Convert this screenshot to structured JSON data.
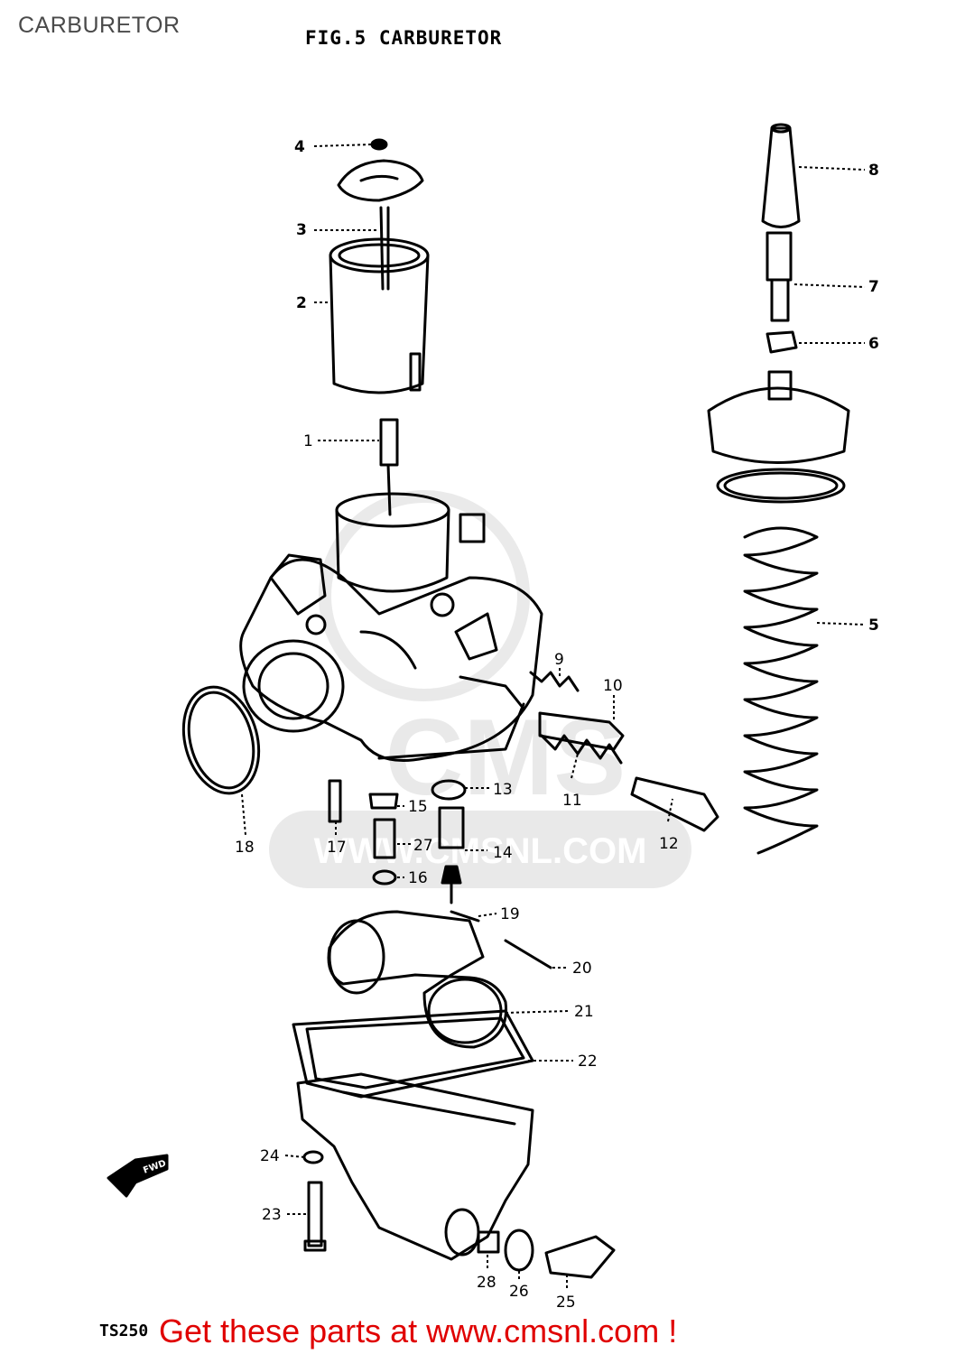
{
  "header": {
    "page_label": "CARBURETOR",
    "figure_title": "FIG.5  CARBURETOR"
  },
  "watermark": {
    "brand": "CMS",
    "site": "WWW.CMSNL.COM"
  },
  "callouts": [
    {
      "id": "1",
      "label": "1"
    },
    {
      "id": "2",
      "label": "2"
    },
    {
      "id": "3",
      "label": "3"
    },
    {
      "id": "4",
      "label": "4"
    },
    {
      "id": "5",
      "label": "5"
    },
    {
      "id": "6",
      "label": "6"
    },
    {
      "id": "7",
      "label": "7"
    },
    {
      "id": "8",
      "label": "8"
    },
    {
      "id": "9",
      "label": "9"
    },
    {
      "id": "10",
      "label": "10"
    },
    {
      "id": "11",
      "label": "11"
    },
    {
      "id": "12",
      "label": "12"
    },
    {
      "id": "13",
      "label": "13"
    },
    {
      "id": "14",
      "label": "14"
    },
    {
      "id": "15",
      "label": "15"
    },
    {
      "id": "16",
      "label": "16"
    },
    {
      "id": "17",
      "label": "17"
    },
    {
      "id": "18",
      "label": "18"
    },
    {
      "id": "19",
      "label": "19"
    },
    {
      "id": "20",
      "label": "20"
    },
    {
      "id": "21",
      "label": "21"
    },
    {
      "id": "22",
      "label": "22"
    },
    {
      "id": "23",
      "label": "23"
    },
    {
      "id": "24",
      "label": "24"
    },
    {
      "id": "25",
      "label": "25"
    },
    {
      "id": "26",
      "label": "26"
    },
    {
      "id": "27",
      "label": "27"
    },
    {
      "id": "28",
      "label": "28"
    }
  ],
  "fwd_arrow_label": "FWD",
  "footer": {
    "model": "TS250",
    "promo": "Get these parts at www.cmsnl.com !"
  }
}
